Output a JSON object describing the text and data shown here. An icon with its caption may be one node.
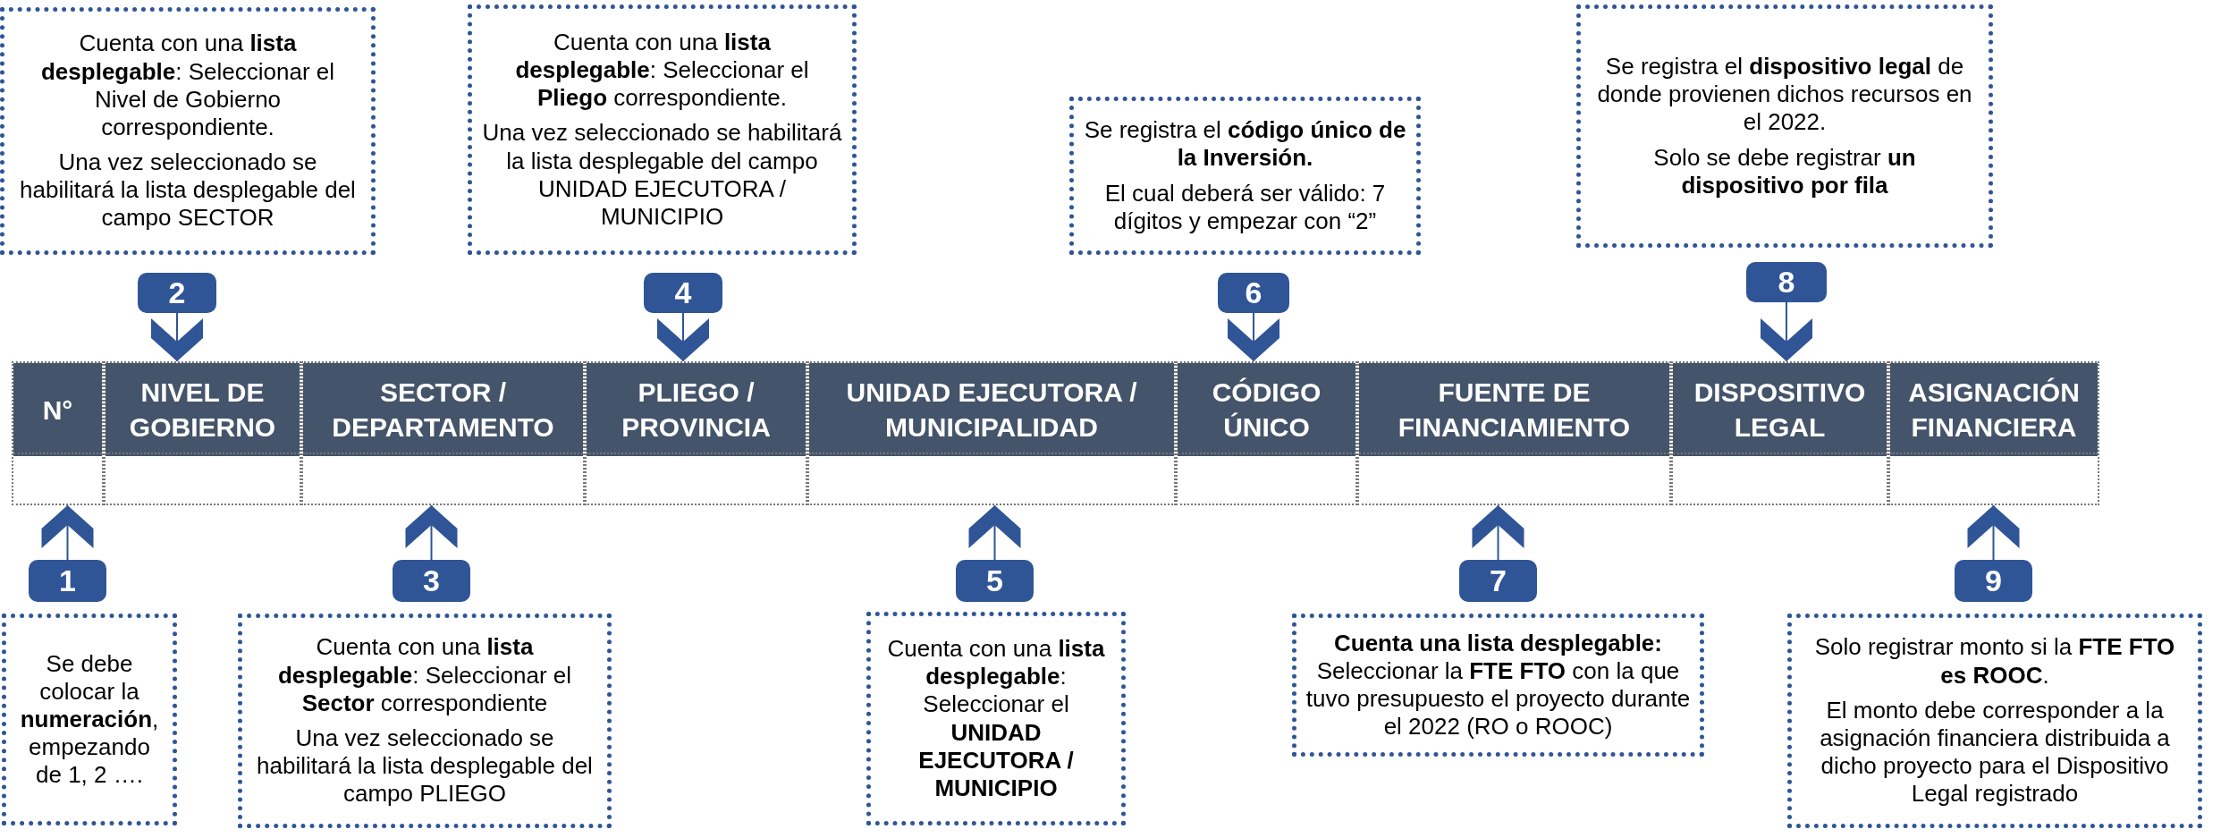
{
  "diagram": {
    "nodes": [
      {
        "text": [
          "Cuenta con una **lista desplegable**: Seleccionar el Nivel de Gobierno correspondiente.",
          "Una vez seleccionado se habilitará la lista desplegable del campo SECTOR"
        ]
      },
      {
        "text": [
          "Cuenta con una **lista desplegable**: Seleccionar el **Pliego** correspondiente.",
          "Una vez seleccionado se habilitará la lista desplegable del campo UNIDAD EJECUTORA / MUNICIPIO"
        ]
      },
      {
        "text": [
          "Se registra el **código único de la Inversión.**",
          "El cual deberá ser válido: 7 dígitos y empezar con “2”"
        ]
      },
      {
        "text": [
          "Se registra el **dispositivo legal** de donde provienen dichos recursos en el 2022.",
          "Solo se debe registrar **un dispositivo por fila**"
        ]
      },
      {
        "text": [
          "2"
        ]
      },
      {
        "text": [
          "4"
        ]
      },
      {
        "text": [
          "6"
        ]
      },
      {
        "text": [
          "8"
        ]
      },
      {
        "text": [
          "N°"
        ]
      },
      {
        "text": [
          "NIVEL DE GOBIERNO"
        ]
      },
      {
        "text": [
          "SECTOR / DEPARTAMENTO"
        ]
      },
      {
        "text": [
          "PLIEGO / PROVINCIA"
        ]
      },
      {
        "text": [
          "UNIDAD EJECUTORA / MUNICIPALIDAD"
        ]
      },
      {
        "text": [
          "CÓDIGO ÚNICO"
        ]
      },
      {
        "text": [
          "FUENTE DE FINANCIAMIENTO"
        ]
      },
      {
        "text": [
          "DISPOSITIVO LEGAL"
        ]
      },
      {
        "text": [
          "ASIGNACIÓN FINANCIERA"
        ]
      },
      {
        "text": [
          "1"
        ]
      },
      {
        "text": [
          "3"
        ]
      },
      {
        "text": [
          "5"
        ]
      },
      {
        "text": [
          "7"
        ]
      },
      {
        "text": [
          "9"
        ]
      },
      {
        "text": [
          "Se debe colocar la **numeración**, empezando de 1, 2 …."
        ]
      },
      {
        "text": [
          "Cuenta con una **lista desplegable**: Seleccionar el **Sector** correspondiente",
          "Una vez seleccionado se habilitará la lista desplegable del campo PLIEGO"
        ]
      },
      {
        "text": [
          "Cuenta con una **lista desplegable**: Seleccionar el **UNIDAD EJECUTORA / MUNICIPIO**"
        ]
      },
      {
        "text": [
          "**Cuenta una lista desplegable:** Seleccionar la **FTE FTO** con la que tuvo presupuesto el proyecto durante el 2022 (RO o ROOC)"
        ]
      },
      {
        "text": [
          "Solo registrar monto si la **FTE FTO es ROOC**.",
          "El monto debe corresponder a la asignación financiera distribuida a dicho proyecto para el Dispositivo Legal registrado"
        ]
      }
    ],
    "edges": [
      {
        "from": 4,
        "to": 9,
        "arrow": "to"
      },
      {
        "from": 5,
        "to": 11,
        "arrow": "to"
      },
      {
        "from": 6,
        "to": 13,
        "arrow": "to"
      },
      {
        "from": 7,
        "to": 15,
        "arrow": "to"
      },
      {
        "from": 17,
        "to": 8,
        "arrow": "to"
      },
      {
        "from": 18,
        "to": 10,
        "arrow": "to"
      },
      {
        "from": 19,
        "to": 12,
        "arrow": "to"
      },
      {
        "from": 20,
        "to": 14,
        "arrow": "to"
      },
      {
        "from": 21,
        "to": 16,
        "arrow": "to"
      }
    ]
  }
}
